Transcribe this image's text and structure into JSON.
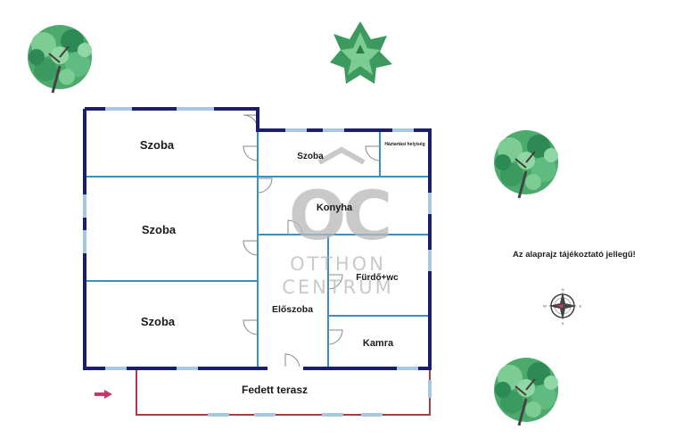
{
  "rooms": {
    "szoba1": "Szoba",
    "szoba2": "Szoba",
    "szoba3": "Szoba",
    "szoba_small": "Szoba",
    "haztartasi": "Háztartási helyiség",
    "konyha": "Konyha",
    "furdo": "Fürdő+wc",
    "eloszoba": "Előszoba",
    "kamra": "Kamra",
    "terasz": "Fedett terasz"
  },
  "watermark": {
    "logo": "OC",
    "line1": "OTTHON",
    "line2": "CENTRUM"
  },
  "disclaimer": "Az alaprajz tájékoztató jellegű!",
  "compass": {
    "n": "N",
    "e": "E",
    "s": "S",
    "w": "W"
  },
  "colors": {
    "outer_wall": "#1b1f6b",
    "inner_wall": "#3a90c0",
    "window": "#a8c8e0",
    "terrace": "#a04040",
    "entrance_arrow": "#c8386a",
    "tree_green": "#3d9a5e"
  }
}
